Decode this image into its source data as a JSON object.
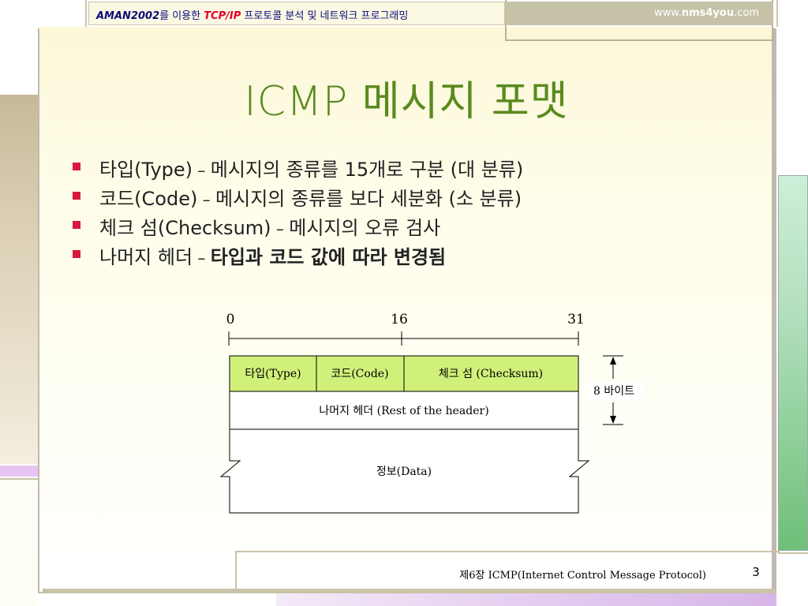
{
  "header": {
    "brand": "AMAN2002",
    "pre": "를 이용한 ",
    "tcpip": "TCP/IP",
    "post": " 프로토콜 분석 및 네트워크 프로그래밍",
    "website_pre": "www.",
    "website_bold": "nms4you",
    "website_post": ".com"
  },
  "title": "ICMP 메시지 포맷",
  "bullets": [
    {
      "label": "타입(Type)",
      "dash": " – ",
      "desc": "메시지의 종류를 15개로 구분 (대 분류)",
      "bold": false
    },
    {
      "label": "코드(Code)",
      "dash": " – ",
      "desc": "메시지의 종류를 보다 세분화 (소 분류)",
      "bold": false
    },
    {
      "label": "체크 섬(Checksum)",
      "dash": " – ",
      "desc": "메시지의 오류 검사",
      "bold": false
    },
    {
      "label": "나머지 헤더",
      "dash": " – ",
      "desc": "타입과 코드 값에 따라 변경됨",
      "bold": true
    }
  ],
  "diagram": {
    "bit_start": "0",
    "bit_mid": "16",
    "bit_end": "31",
    "type_field": "타입(Type)",
    "code_field": "코드(Code)",
    "checksum_field": "체크 섬 (Checksum)",
    "rest_field": "나머지 헤더 (Rest of the header)",
    "data_field": "정보(Data)",
    "size_label": "8 바이트"
  },
  "footer": {
    "caption": "제6장  ICMP(Internet Control Message Protocol)",
    "page": "3"
  },
  "colors": {
    "title_green": "#5a8a1e",
    "bullet_red": "#d8183f",
    "field_green": "#d0f07a",
    "header_red": "#e4002b",
    "header_navy": "#0b0b7a"
  }
}
